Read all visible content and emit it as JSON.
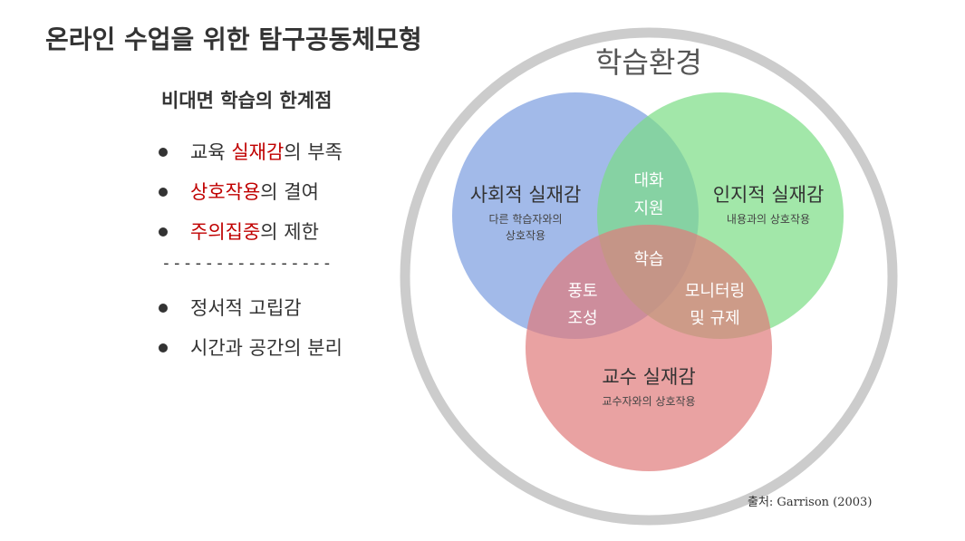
{
  "title": "온라인 수업을 위한 탐구공동체모형",
  "left_panel": {
    "subtitle": "비대면 학습의 한계점",
    "limitations": [
      {
        "pre": "교육 ",
        "highlight": "실재감",
        "post": "의 부족"
      },
      {
        "pre": "",
        "highlight": "상호작용",
        "post": "의 결여"
      },
      {
        "pre": "",
        "highlight": "주의집중",
        "post": "의 제한"
      }
    ],
    "divider": "----------------",
    "issues": [
      {
        "text": "정서적 고립감"
      },
      {
        "text": "시간과 공간의 분리"
      }
    ],
    "highlight_color": "#c00000"
  },
  "diagram": {
    "environment_label": "학습환경",
    "social": {
      "title": "사회적 실재감",
      "desc_line1": "다른 학습자와의",
      "desc_line2": "상호작용",
      "color": "#7b9de0"
    },
    "cognitive": {
      "title": "인지적 실재감",
      "desc": "내용과의 상호작용",
      "color": "#7bdd84"
    },
    "teaching": {
      "title": "교수 실재감",
      "desc": "교수자와의 상호작용",
      "color": "#e07b7b"
    },
    "overlaps": {
      "social_cognitive_line1": "대화",
      "social_cognitive_line2": "지원",
      "social_teaching_line1": "풍토",
      "social_teaching_line2": "조성",
      "cognitive_teaching_line1": "모니터링",
      "cognitive_teaching_line2": "및 규제",
      "center": "학습"
    }
  },
  "source": "출처: Garrison (2003)"
}
